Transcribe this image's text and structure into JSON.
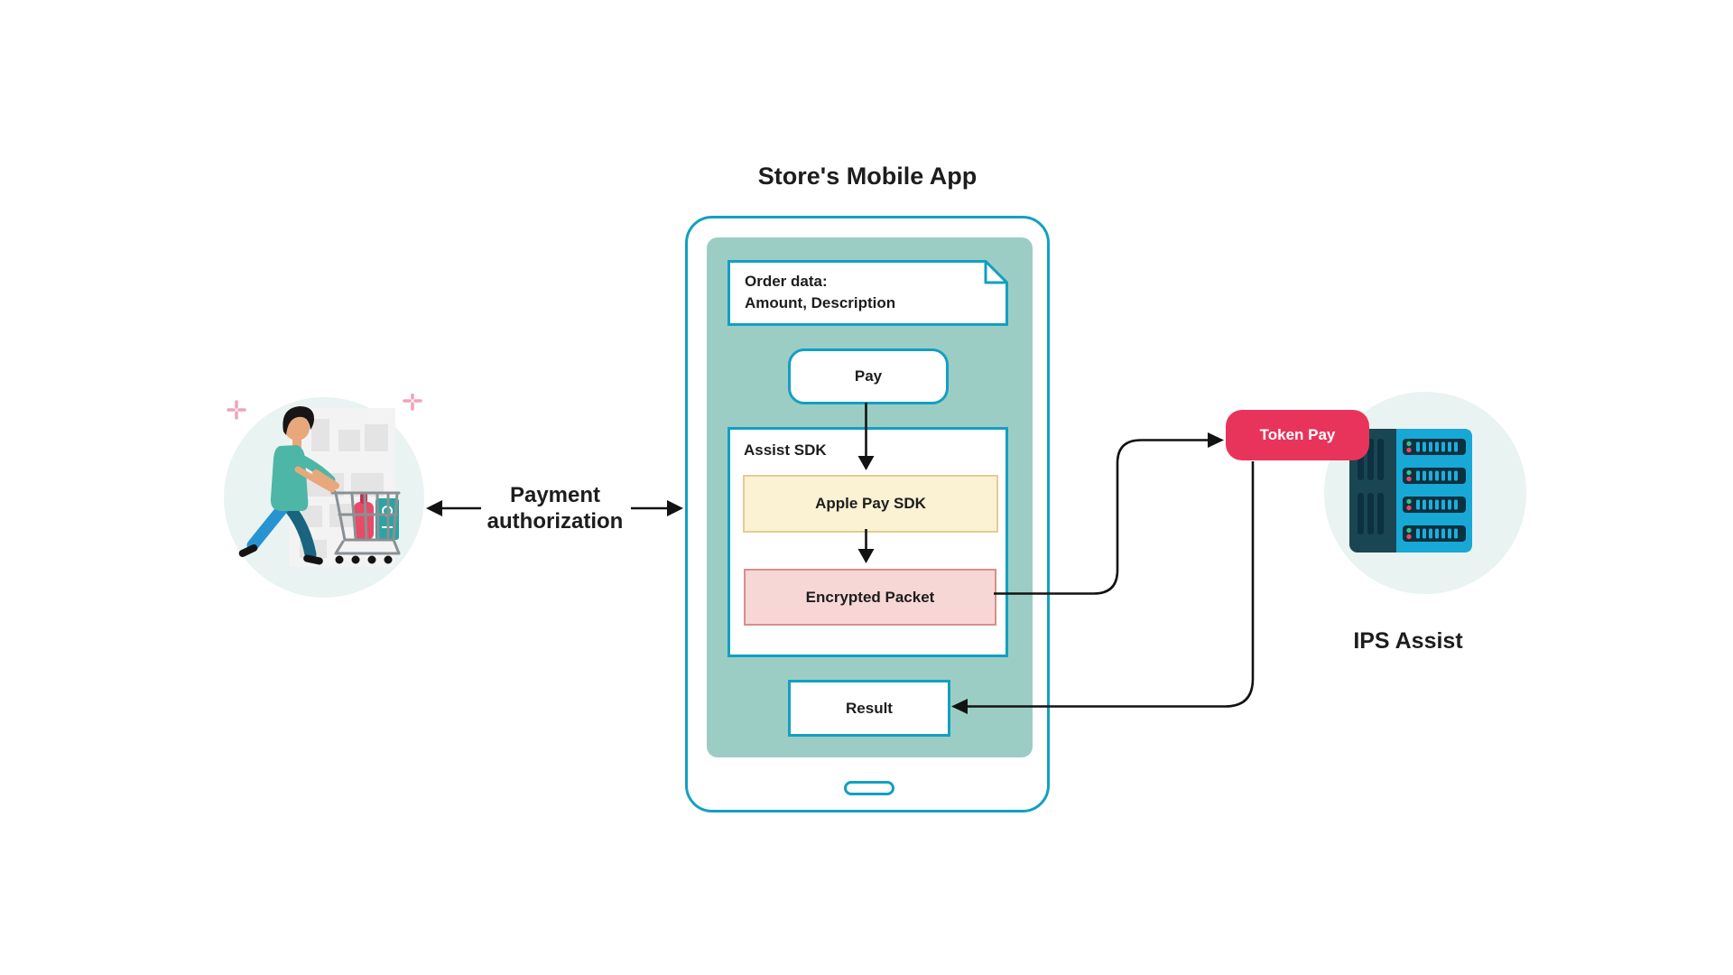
{
  "title": "Store's Mobile App",
  "customer": {
    "auth_line1": "Payment",
    "auth_line2": "authorization"
  },
  "phone": {
    "order_box": {
      "line1": "Order data:",
      "line2": "Amount, Description"
    },
    "pay_button": "Pay",
    "assist_sdk": {
      "label": "Assist SDK",
      "apple_pay_box": "Apple Pay SDK",
      "encrypted_box": "Encrypted Packet"
    },
    "result_box": "Result"
  },
  "ips": {
    "token_pay_button": "Token Pay",
    "label": "IPS Assist"
  },
  "icons": {
    "shopper": "shopper-with-cart-illustration",
    "server": "server-rack-illustration",
    "document": "dog-ear-document-box"
  },
  "colors": {
    "teal_border": "#12A0C2",
    "screen_fill": "#9CCDC5",
    "yellow_fill": "#FBF1D3",
    "yellow_border": "#E4CC96",
    "pink_fill": "#F7D7D5",
    "pink_border": "#D98F8C",
    "crimson": "#E8345B",
    "mint": "#E9F3F1",
    "ink": "#1D1D1D",
    "line": "#121212",
    "server_dark": "#1A4653",
    "server_blue": "#18A8D5",
    "slot_dark": "#0C3140",
    "dot_green": "#35C08B",
    "dot_red": "#E8476A",
    "sparkle_pink": "#F2A3B8",
    "shirt_teal": "#4EB6A6",
    "pants_blue": "#2793D1",
    "pants_dark": "#19647E",
    "skin": "#E8A87C",
    "cart_gray": "#8A9094"
  }
}
